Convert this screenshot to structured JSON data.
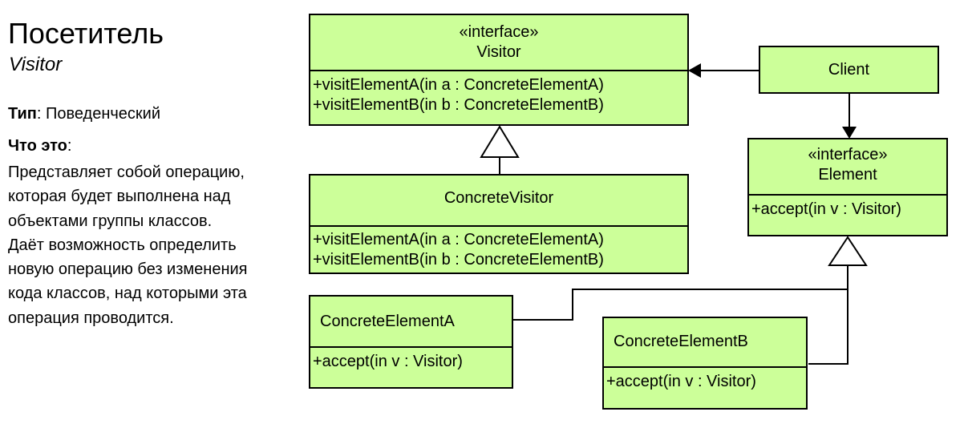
{
  "title": "Посетитель",
  "subtitle": "Visitor",
  "type_label": "Тип",
  "type_value": ": Поведенческий",
  "what_label": "Что это",
  "what_suffix": ":",
  "description": [
    "Представляет собой операцию,",
    "которая будет выполнена над",
    "объектами группы классов.",
    "Даёт возможность определить",
    "новую операцию без изменения",
    "кода классов, над которыми эта",
    "операция проводится."
  ],
  "colors": {
    "class_fill": "#ccff99",
    "stroke": "#000000"
  },
  "classes": {
    "visitor": {
      "stereotype": "«interface»",
      "name": "Visitor",
      "ops": [
        "+visitElementA(in a : ConcreteElementA)",
        "+visitElementB(in b : ConcreteElementB)"
      ]
    },
    "concrete_visitor": {
      "name": "ConcreteVisitor",
      "ops": [
        "+visitElementA(in a : ConcreteElementA)",
        "+visitElementB(in b : ConcreteElementB)"
      ]
    },
    "client": {
      "name": "Client"
    },
    "element": {
      "stereotype": "«interface»",
      "name": "Element",
      "ops": [
        "+accept(in v : Visitor)"
      ]
    },
    "concrete_element_a": {
      "name": "ConcreteElementA",
      "ops": [
        "+accept(in v : Visitor)"
      ]
    },
    "concrete_element_b": {
      "name": "ConcreteElementB",
      "ops": [
        "+accept(in v : Visitor)"
      ]
    }
  },
  "relations": [
    {
      "from": "concrete_visitor",
      "to": "visitor",
      "kind": "realization"
    },
    {
      "from": "client",
      "to": "visitor",
      "kind": "association"
    },
    {
      "from": "client",
      "to": "element",
      "kind": "association"
    },
    {
      "from": "concrete_element_a",
      "to": "element",
      "kind": "realization"
    },
    {
      "from": "concrete_element_b",
      "to": "element",
      "kind": "realization"
    }
  ]
}
